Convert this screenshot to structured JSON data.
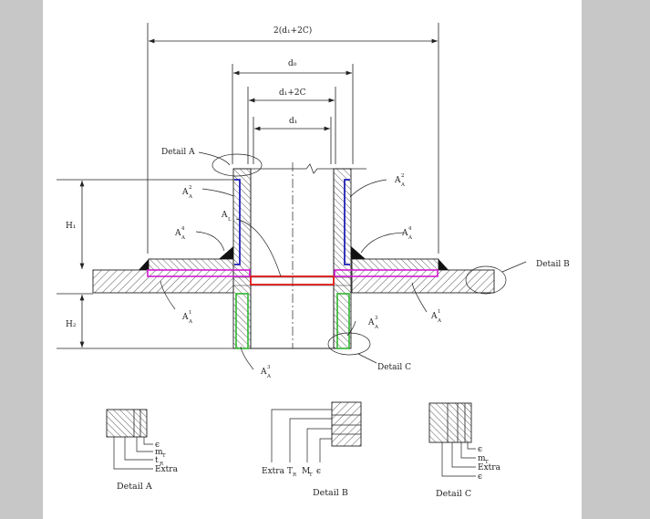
{
  "labels": {
    "dim_overall": "2(d₁+2C)",
    "dim_do": "d₀",
    "dim_d1_2c": "d₁+2C",
    "dim_d1": "d₁",
    "h1": "H₁",
    "h2": "H₂",
    "detail_a_pointer": "Detail A",
    "detail_b_pointer": "Detail B",
    "detail_c_pointer": "Detail C",
    "a_main": "A",
    "sub_a": "A",
    "area_al": "A",
    "area_al_sub": "L",
    "sup_1": "1",
    "sup_2": "2",
    "sup_3": "3",
    "sup_4": "4"
  },
  "detail_a": {
    "caption": "Detail A",
    "leaders": [
      "ϵ",
      "m",
      "t",
      "Extra"
    ],
    "leader_subs": [
      "",
      "T",
      "R",
      ""
    ]
  },
  "detail_b": {
    "caption": "Detail B",
    "leaders": [
      "Extra",
      "T",
      "M",
      "ϵ"
    ],
    "leader_subs": [
      "",
      "R",
      "T",
      ""
    ]
  },
  "detail_c": {
    "caption": "Detail C",
    "leaders": [
      "ϵ",
      "m",
      "Extra",
      "ϵ"
    ],
    "leader_subs": [
      "",
      "T",
      "",
      ""
    ]
  },
  "colors": {
    "background": "#c7c7c7",
    "page": "#ffffff",
    "blue_area": "#1f1fb8",
    "magenta_area": "#d21ad2",
    "red_area": "#e01818",
    "green_area": "#2fb52f",
    "weld": "#111111"
  }
}
